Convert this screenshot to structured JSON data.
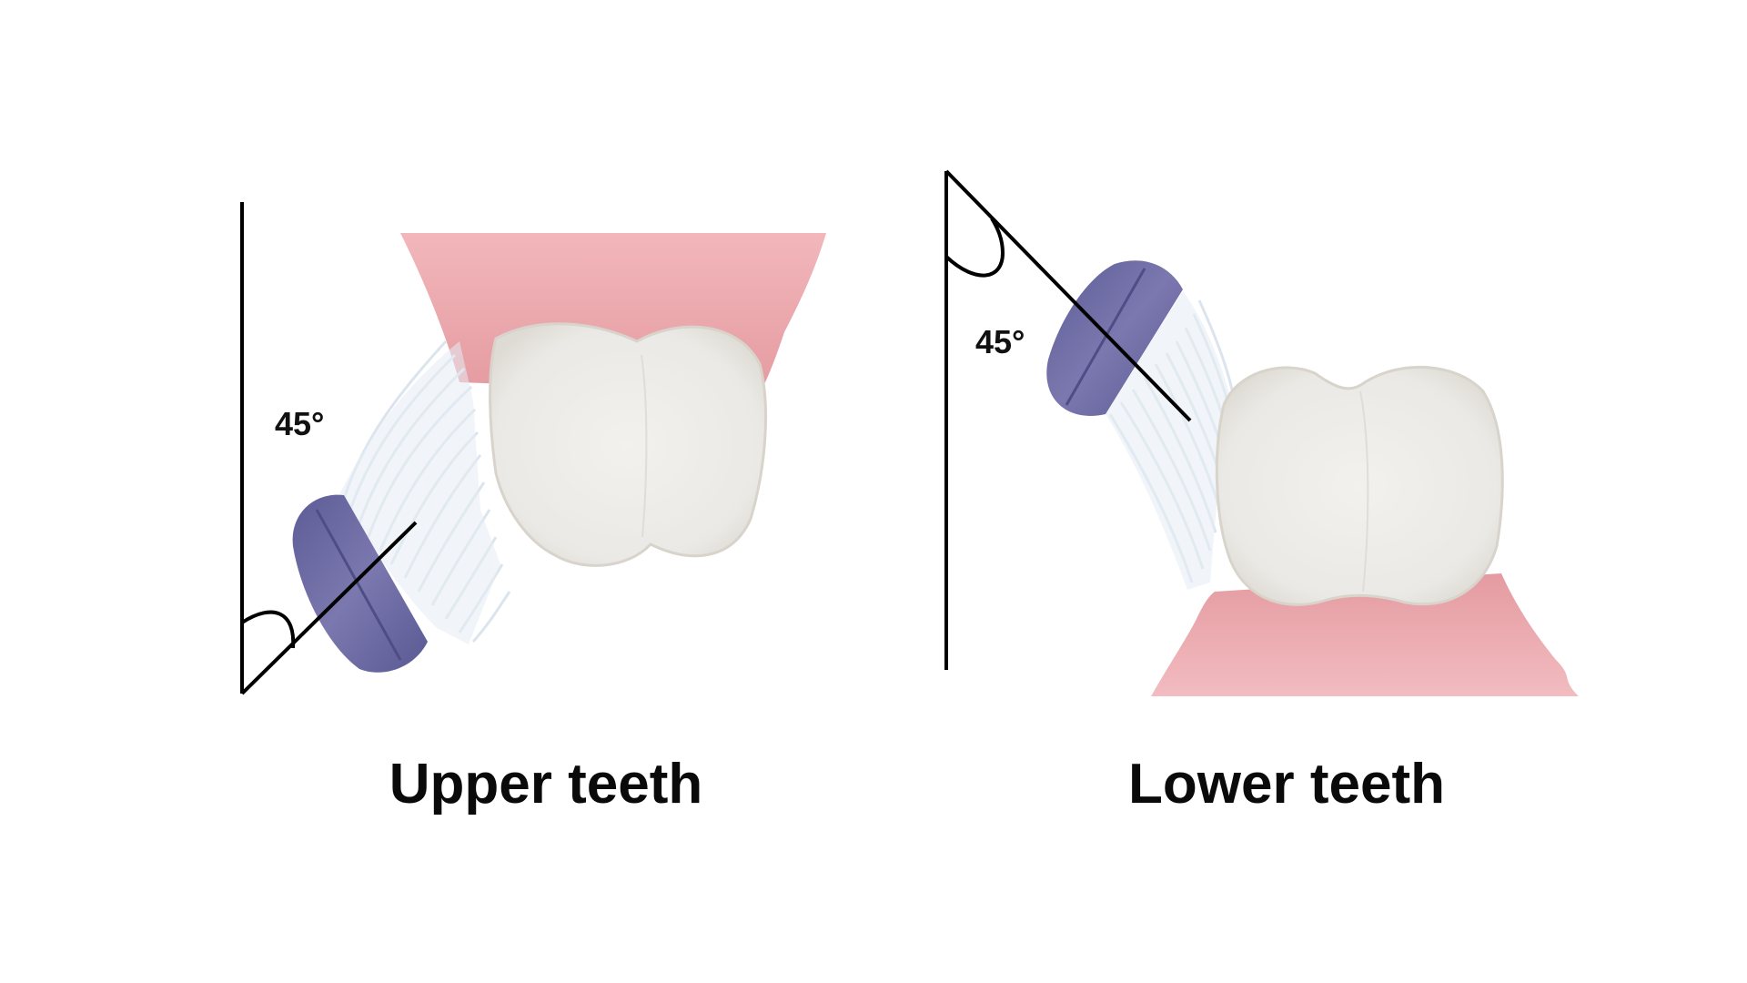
{
  "panels": [
    {
      "id": "upper",
      "caption": "Upper teeth",
      "angle_label": "45°",
      "angle_degrees": 45
    },
    {
      "id": "lower",
      "caption": "Lower teeth",
      "angle_label": "45°",
      "angle_degrees": 45
    }
  ],
  "colors": {
    "gum": "#e8a3a8",
    "gum_light": "#f1c3c6",
    "tooth": "#f0eeeb",
    "tooth_edge": "#d9d6cf",
    "brush_head": "#6c6a9e",
    "brush_head_light": "#8d8bbd",
    "bristles": "#e3e9f2",
    "line": "#000000"
  }
}
